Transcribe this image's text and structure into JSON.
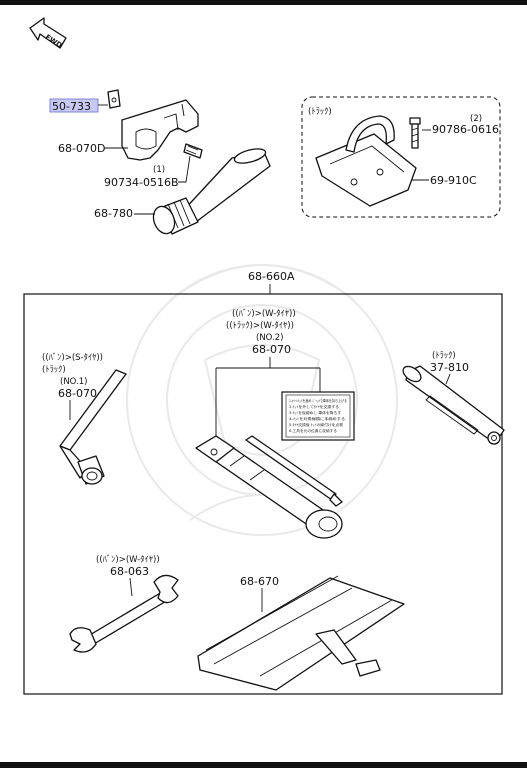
{
  "fwd_label": "FWD",
  "parts": {
    "p_50_733": "50-733",
    "p_68_070D": "68-070D",
    "p_90734_note": "(1)",
    "p_90734": "90734-0516B",
    "p_68_780": "68-780",
    "truck_box_label": "(ﾄﾗｯｸ)",
    "p_90786_note": "(2)",
    "p_90786": "90786-0616",
    "p_69_910C": "69-910C",
    "p_68_660A": "68-660A",
    "wrench_l1": "((ﾊﾞﾝ)>(S-ﾀｲﾔ))",
    "wrench_l2": "(ﾄﾗｯｸ)",
    "wrench_l3": "(NO.1)",
    "wrench_num": "68-070",
    "center_l1": "((ﾊﾞﾝ)>(W-ﾀｲﾔ))",
    "center_l2": "((ﾄﾗｯｸ)>(W-ﾀｲﾔ))",
    "center_l3": "(NO.2)",
    "center_num": "68-070",
    "truck_tool_l1": "(ﾄﾗｯｸ)",
    "truck_tool_num": "37-810",
    "spanner_l1": "((ﾊﾞﾝ)>(W-ﾀｲﾔ))",
    "spanner_num": "68-063",
    "bag_num": "68-670"
  },
  "instruction_card_lines": [
    "1.ﾎｲｰﾙﾅｯﾄを緩め ｼﾞｬｯｷで車体を持ち上げる",
    "2.ﾅｯﾄを外してﾀｲﾔを交換する",
    "3.ﾅｯﾄを仮締めし 車体を降ろす",
    "4.ﾅｯﾄを対角線順に本締めする",
    "5.ﾀｲﾔ交換後 ﾅｯﾄの締付けを点検",
    "6.工具を元の位置に収納する"
  ]
}
